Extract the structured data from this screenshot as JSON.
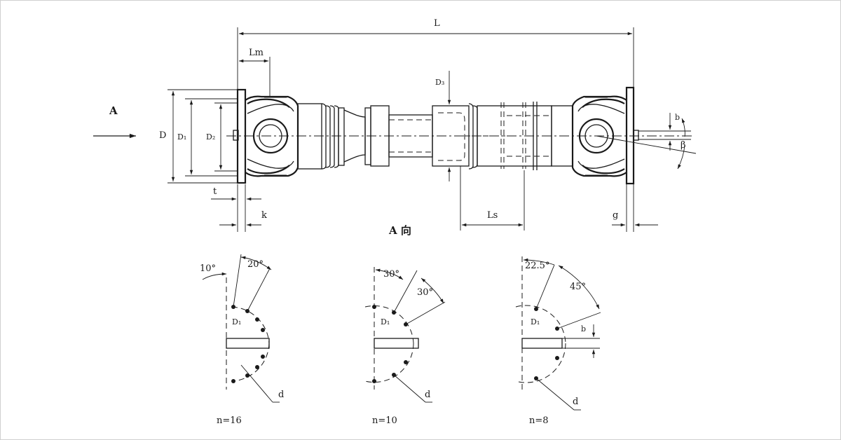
{
  "labels": {
    "L": "L",
    "Lm": "Lm",
    "D": "D",
    "D1": "D₁",
    "D2": "D₂",
    "D3": "D₃",
    "A": "A",
    "t": "t",
    "k": "k",
    "Ls": "Ls",
    "g": "g",
    "b": "b",
    "beta": "β",
    "view_title": "A  向"
  },
  "flange_views": [
    {
      "n_label": "n=16",
      "angle1": "10°",
      "angle2": "20°",
      "d1_label": "D₁",
      "hole_label": "d"
    },
    {
      "n_label": "n=10",
      "angle1": "30°",
      "angle2": "30°",
      "d1_label": "D₁",
      "hole_label": "d"
    },
    {
      "n_label": "n=8",
      "angle1": "22.5°",
      "angle2": "45°",
      "d1_label": "D₁",
      "hole_label": "d",
      "key_label": "b"
    }
  ],
  "colors": {
    "line": "#1a1a1a",
    "paper": "#ffffff",
    "border": "#cfcfcf"
  }
}
